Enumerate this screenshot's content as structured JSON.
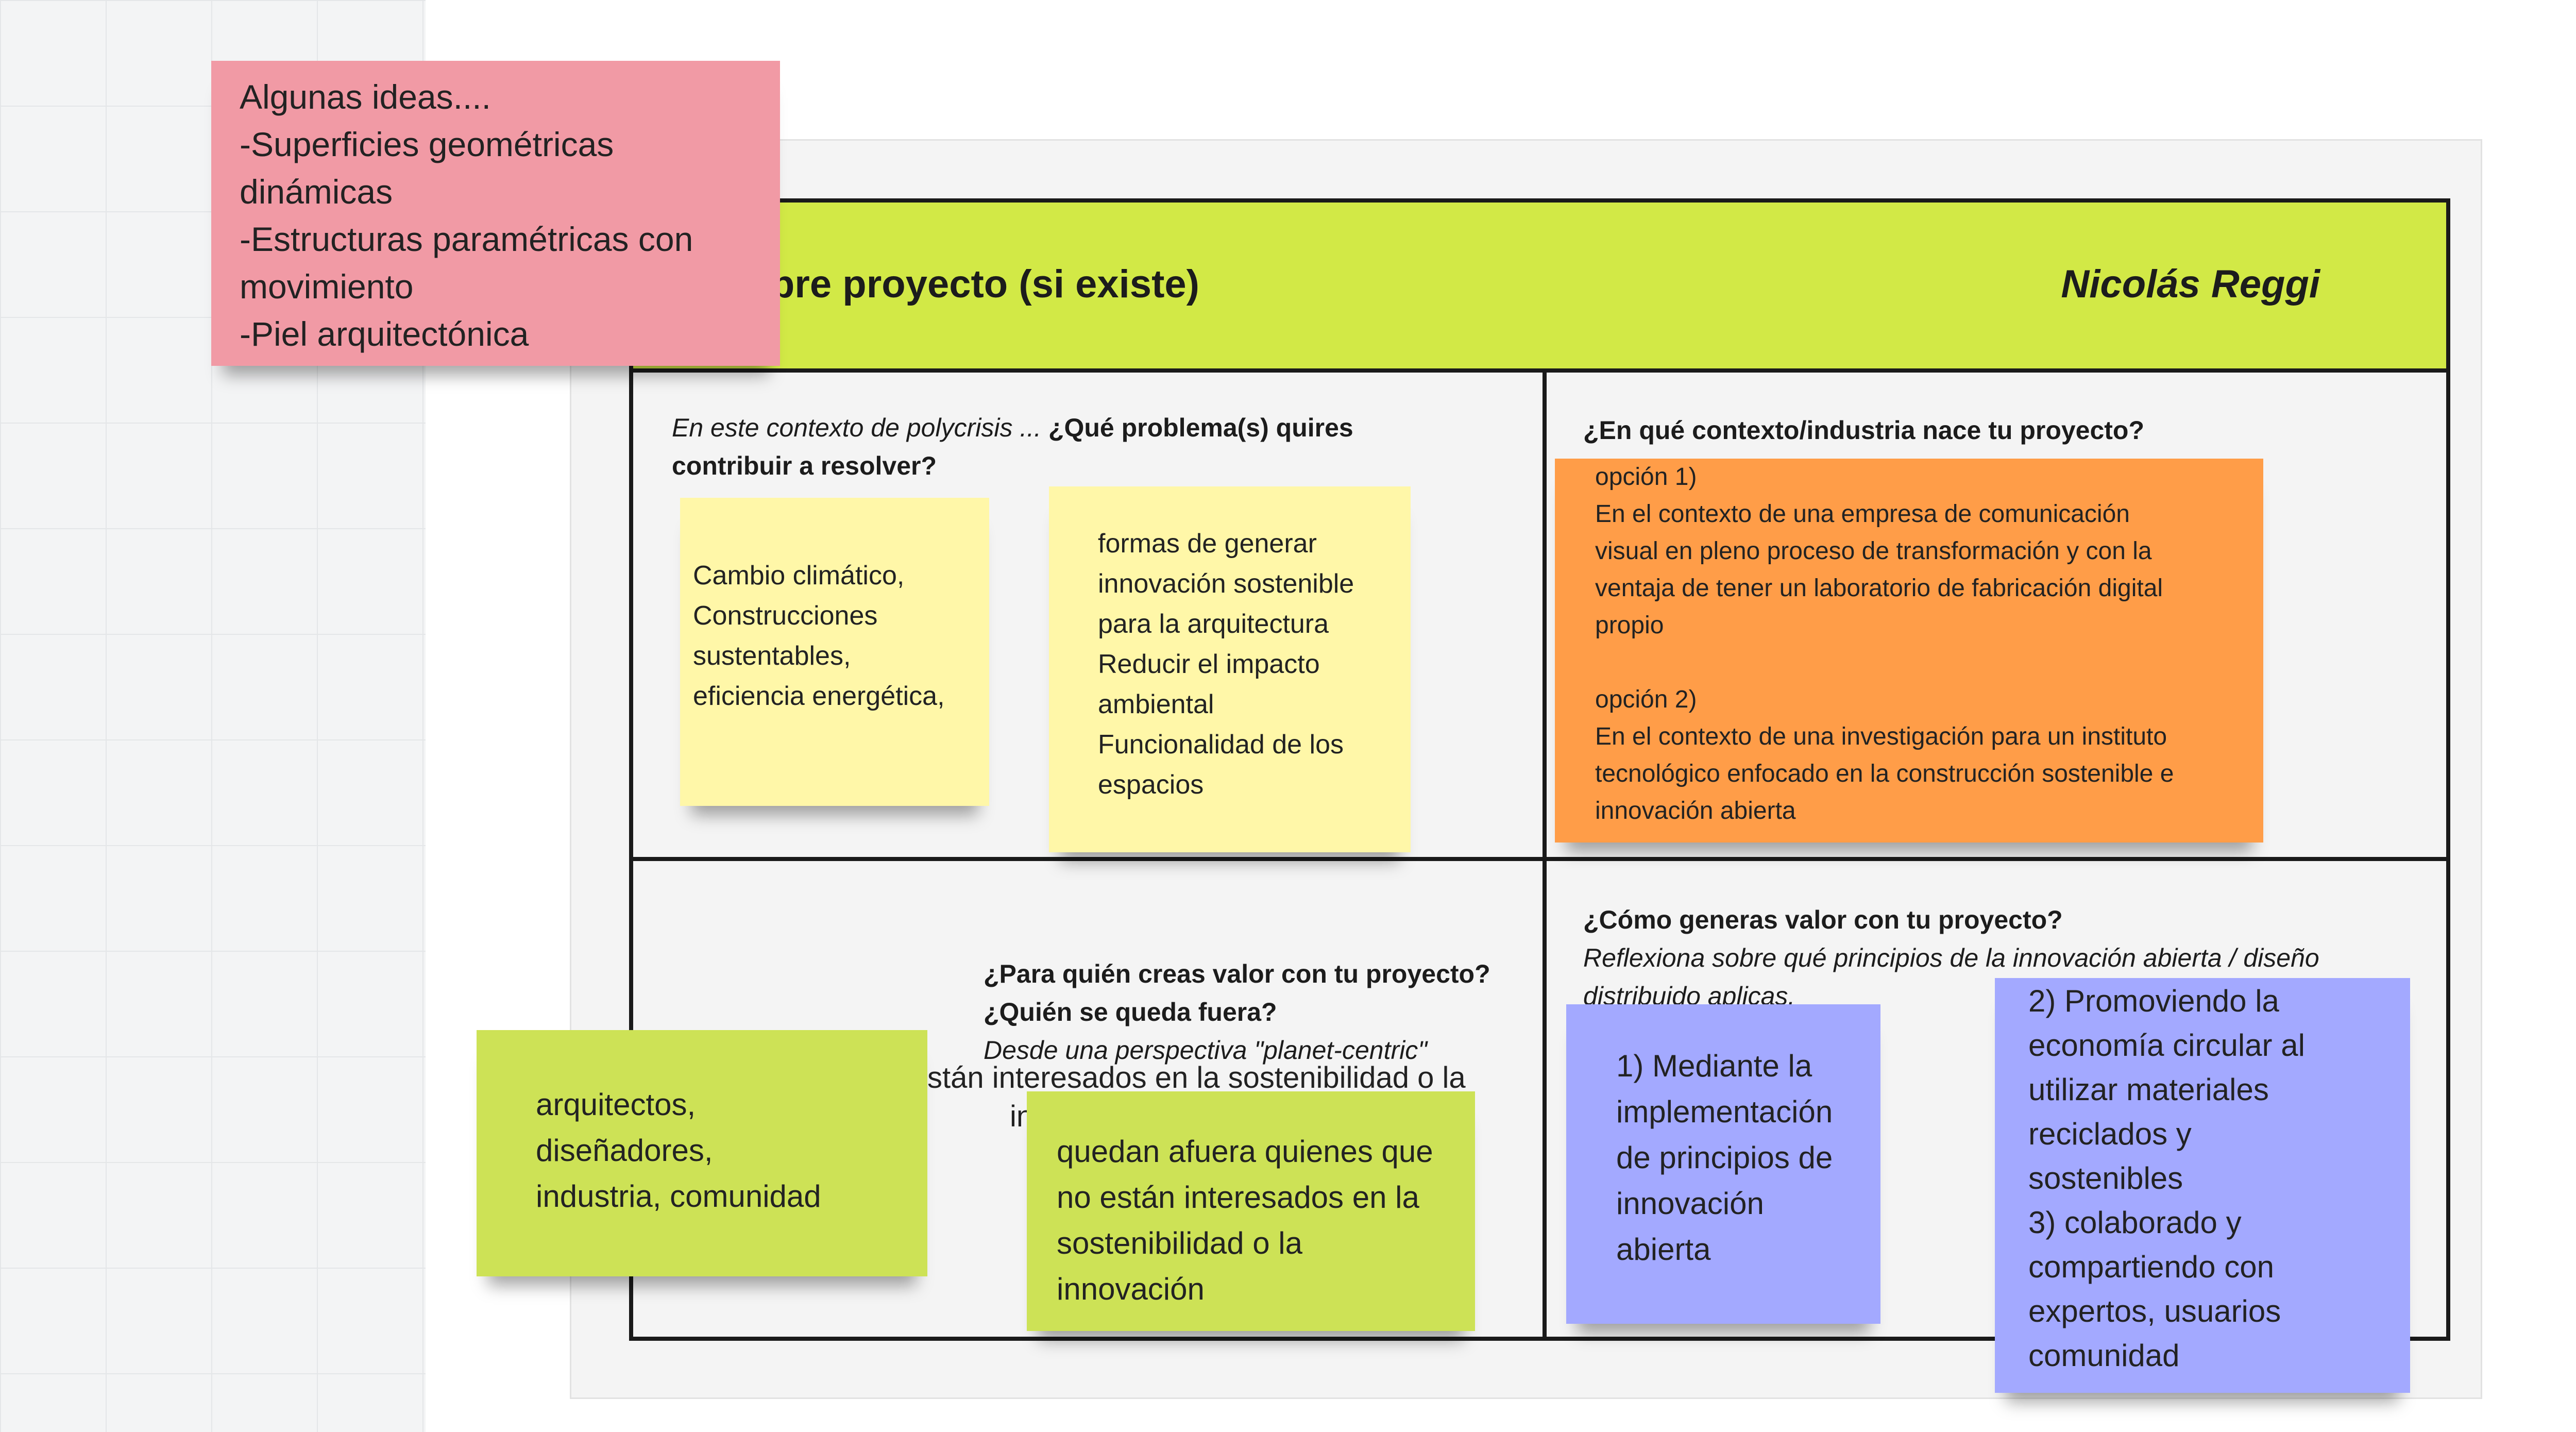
{
  "board": {
    "header": {
      "project_title": "Nombre proyecto (si existe)",
      "author": "Nicolás Reggi"
    },
    "q1": {
      "intro": "En este contexto de polycrisis ... ",
      "question": "¿Qué problema(s) quires",
      "question_line2": "contribuir a resolver?"
    },
    "q2": {
      "question": "¿En qué contexto/industria nace tu proyecto?"
    },
    "q3": {
      "question": "¿Para quién creas valor con tu proyecto?",
      "question_line2": "¿Quién se queda fuera?",
      "subtitle": "Desde una perspectiva \"planet-centric\"",
      "overflow_text_1": "stán interesados en la sostenibilidad o la",
      "overflow_text_2": "in"
    },
    "q4": {
      "question": "¿Cómo generas valor con tu proyecto?",
      "subtitle_1": "Reflexiona sobre qué principios de la innovación abierta / diseño",
      "subtitle_2": "distribuido aplicas."
    }
  },
  "stickies": {
    "ideas": "Algunas ideas....\n-Superficies geométricas\ndinámicas\n-Estructuras paramétricas con\nmovimiento\n-Piel arquitectónica",
    "problem_1": " Cambio climático,\nConstrucciones\nsustentables,\neficiencia energética,",
    "problem_2": " formas de generar\ninnovación sostenible\npara la arquitectura\nReducir el impacto\nambiental\nFuncionalidad de los\nespacios",
    "context": "opción 1)\nEn el contexto de una empresa de comunicación\nvisual en pleno proceso de transformación y con la\nventaja de tener un laboratorio de fabricación digital\npropio\n\nopción 2)\nEn el contexto de una investigación para un instituto\ntecnológico enfocado en la construcción sostenible e\ninnovación abierta",
    "audience": "arquitectos,\ndiseñadores,\nindustria, comunidad",
    "left_out": "quedan afuera quienes que\nno están interesados en la\nsostenibilidad o la\ninnovación",
    "value_1": "1) Mediante la\nimplementación\nde principios de\ninnovación\nabierta",
    "value_2": "2) Promoviendo  la\neconomía circular al\nutilizar materiales\nreciclados y\nsostenibles\n3) colaborado y\ncompartiendo con\nexpertos, usuarios\n comunidad"
  },
  "colors": {
    "header": "#d2e946",
    "yellow_note": "#fff7a8",
    "orange_note": "#ff9d48",
    "green_note": "#cde256",
    "blue_note": "#a3a9ff",
    "pink_note": "#f19aa5"
  }
}
